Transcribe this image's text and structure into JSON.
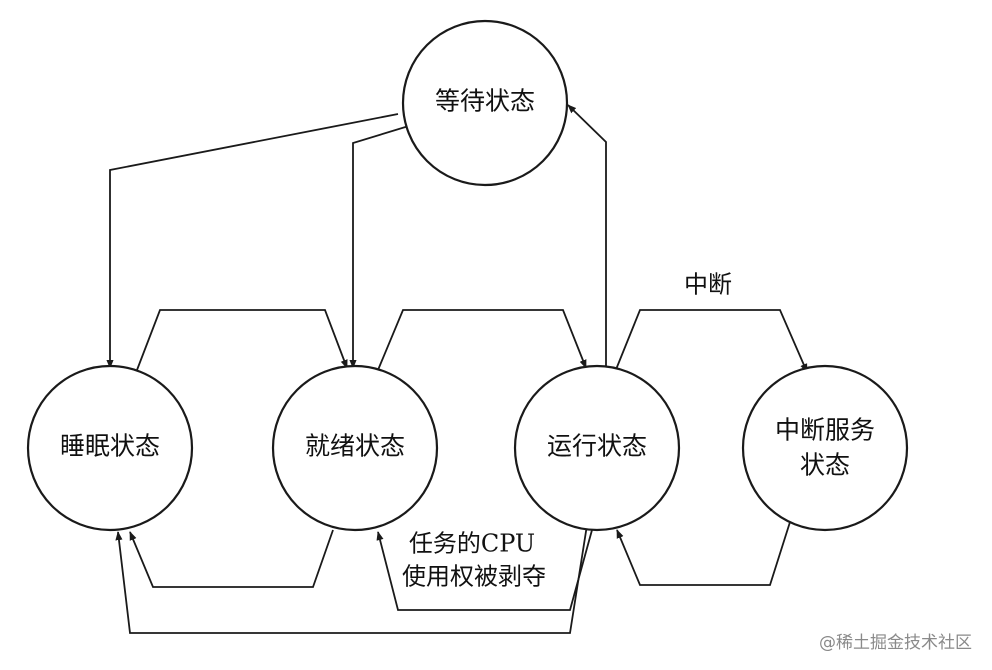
{
  "nodes": {
    "waiting": "等待状态",
    "sleeping": "睡眠状态",
    "ready": "就绪状态",
    "running": "运行状态",
    "isr_line1": "中断服务",
    "isr_line2": "状态"
  },
  "edges": {
    "interrupt": "中断",
    "preempt_line1": "任务的CPU",
    "preempt_line2": "使用权被剥夺"
  },
  "watermark": "@稀土掘金技术社区"
}
